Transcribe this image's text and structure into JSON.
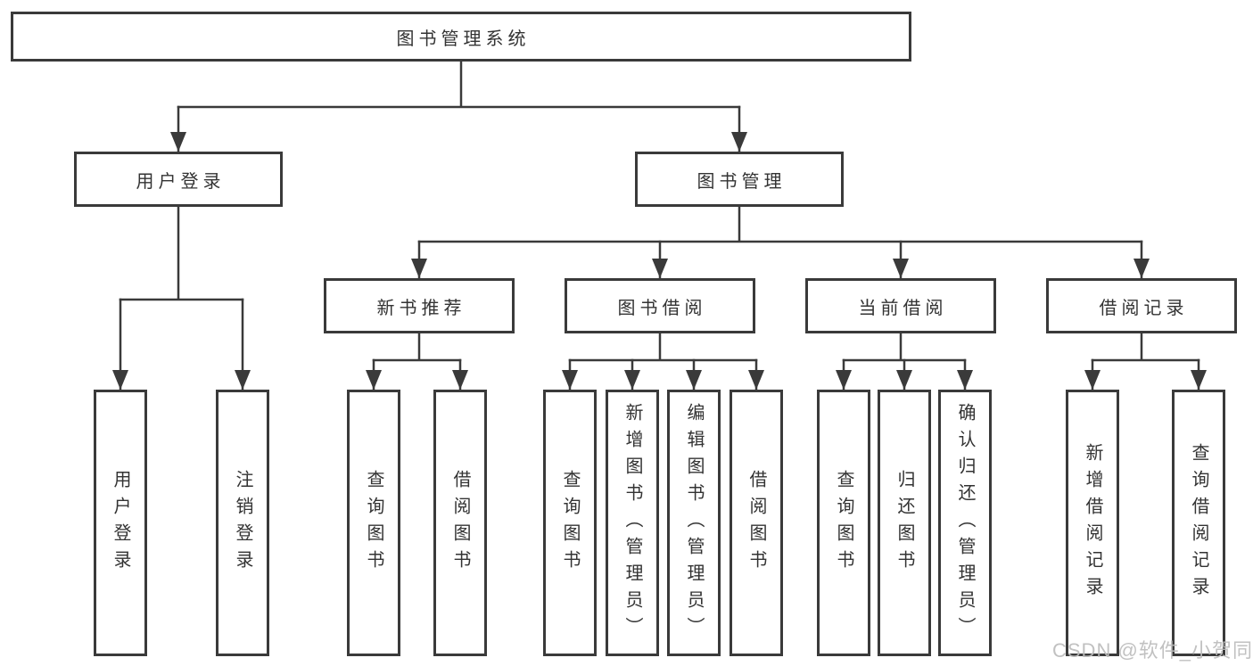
{
  "tree": {
    "root": {
      "label": "图书管理系统"
    },
    "branches": [
      {
        "label": "用户登录",
        "children": [
          {
            "label": "用户登录"
          },
          {
            "label": "注销登录"
          }
        ]
      },
      {
        "label": "图书管理",
        "children": [
          {
            "label": "新书推荐",
            "children": [
              {
                "label": "查询图书"
              },
              {
                "label": "借阅图书"
              }
            ]
          },
          {
            "label": "图书借阅",
            "children": [
              {
                "label": "查询图书"
              },
              {
                "label": "新增图书（管理员）"
              },
              {
                "label": "编辑图书（管理员）"
              },
              {
                "label": "借阅图书"
              }
            ]
          },
          {
            "label": "当前借阅",
            "children": [
              {
                "label": "查询图书"
              },
              {
                "label": "归还图书"
              },
              {
                "label": "确认归还（管理员）"
              }
            ]
          },
          {
            "label": "借阅记录",
            "children": [
              {
                "label": "新增借阅记录"
              },
              {
                "label": "查询借阅记录"
              }
            ]
          }
        ]
      }
    ]
  },
  "watermark": "CSDN @软件_小贺同学",
  "colors": {
    "line": "#3a3a3a",
    "box_border": "#3a3a3a",
    "text": "#333333",
    "watermark": "#bcbcbc",
    "background": "#ffffff"
  }
}
